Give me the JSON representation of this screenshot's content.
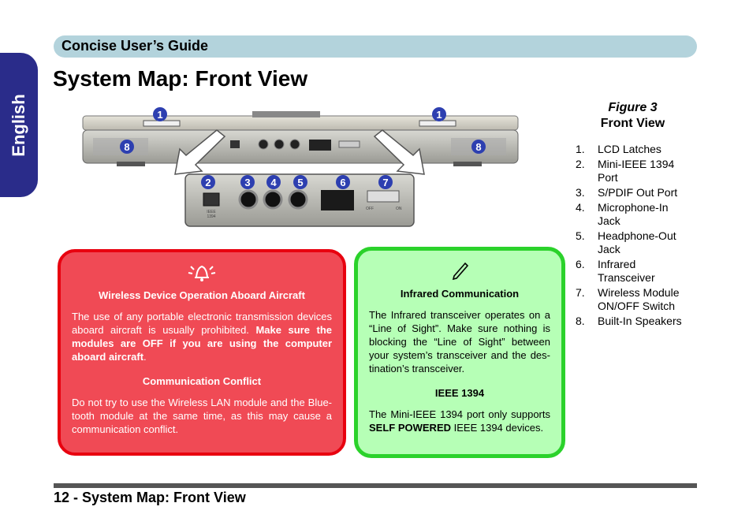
{
  "side_tab": "English",
  "header": {
    "guide_title": "Concise User’s Guide"
  },
  "page_title": "System Map: Front View",
  "figure": {
    "label": "Figure 3",
    "title": "Front View",
    "callouts": [
      "1",
      "1",
      "8",
      "8",
      "2",
      "3",
      "4",
      "5",
      "6",
      "7"
    ],
    "ports": [
      "IEEE",
      "1394",
      "OFF",
      "ON"
    ],
    "parts": [
      {
        "num": "1.",
        "text": "LCD Latches"
      },
      {
        "num": "2.",
        "text": "Mini-IEEE 1394 Port"
      },
      {
        "num": "3.",
        "text": "S/PDIF Out Port"
      },
      {
        "num": "4.",
        "text": "Microphone-In Jack"
      },
      {
        "num": "5.",
        "text": "Headphone-Out Jack"
      },
      {
        "num": "6.",
        "text": "Infrared Transceiver"
      },
      {
        "num": "7.",
        "text": "Wireless Module ON/OFF Switch"
      },
      {
        "num": "8.",
        "text": "Built-In Speakers"
      }
    ]
  },
  "warning_box": {
    "icon": "alarm-bell-icon",
    "title1": "Wireless Device Operation Aboard Aircraft",
    "p1_a": "The use of any portable electronic transmission devices aboard aircraft is usually prohibited. ",
    "p1_b": "Make sure the modules are OFF if you are using the computer aboard aircraft",
    "p1_c": ".",
    "title2": "Communication Conflict",
    "p2": "Do not try to use the Wireless LAN module and the Blue-tooth module at the same time, as this may cause a communication conflict."
  },
  "note_box": {
    "icon": "pen-icon",
    "title1": "Infrared Communication",
    "p1": "The Infrared transceiver operates on a “Line of Sight”. Make sure nothing is blocking the “Line of Sight” between your system’s transceiver and the des-tination’s transceiver.",
    "title2": "IEEE 1394",
    "p2_a": "The Mini-IEEE 1394 port only supports ",
    "p2_b": "SELF POWERED",
    "p2_c": " IEEE 1394 devices."
  },
  "footer": "12 -  System Map: Front View",
  "colors": {
    "side_tab": "#2a2c8a",
    "header_bar": "#b3d3dc",
    "warning": "#f04a55",
    "note": "#b6ffb6",
    "callout": "#2d3fb0"
  }
}
